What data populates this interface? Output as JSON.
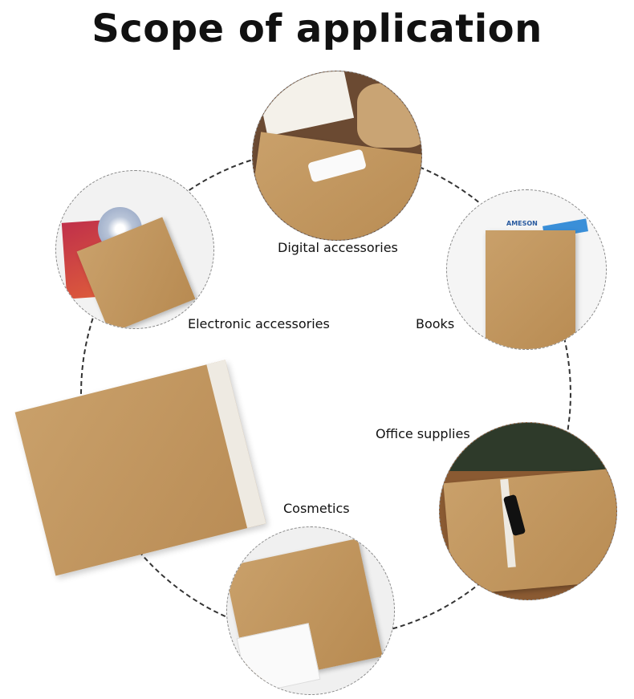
{
  "title": "Scope of application",
  "categories": [
    {
      "label": "Digital accessories"
    },
    {
      "label": "Electronic accessories"
    },
    {
      "label": "Books"
    },
    {
      "label": "Office supplies"
    },
    {
      "label": "Cosmetics"
    }
  ],
  "books_brand_text": "AMESON",
  "colors": {
    "kraft": "#c49a63",
    "ring": "#333333"
  }
}
